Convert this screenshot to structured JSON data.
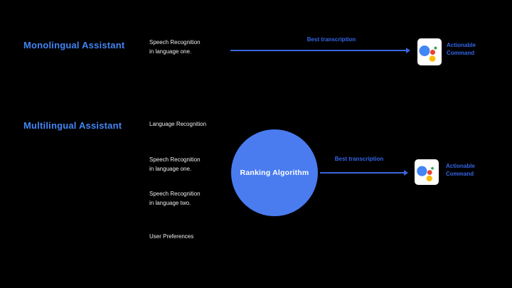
{
  "slide": {
    "background_color": "#000000"
  },
  "colors": {
    "title_blue": "#4285F4",
    "label_blue": "#3565E6",
    "arrow_blue": "#3C66DF",
    "circle_blue": "#4A7CF0",
    "step_text_white": "#EDEDED",
    "icon_blue": "#4285F4",
    "icon_red": "#EA4335",
    "icon_yellow": "#FBBC05",
    "icon_green": "#34A853",
    "icon_background": "#FFFFFF"
  },
  "monolingual": {
    "title": "Monolingual Assistant",
    "steps": [
      "Speech Recognition\nin language one."
    ],
    "arrow_label": "Best transcription",
    "output_icon": "google-assistant-icon",
    "output_label": "Actionable\nCommand"
  },
  "multilingual": {
    "title": "Multilingual Assistant",
    "steps": [
      "Language Recognition",
      "Speech Recognition\nin language one.",
      "Speech Recognition\nin language two.",
      "User Preferences"
    ],
    "ranker_label": "Ranking Algorithm",
    "arrow_label": "Best transcription",
    "output_icon": "google-assistant-icon",
    "output_label": "Actionable\nCommand"
  }
}
